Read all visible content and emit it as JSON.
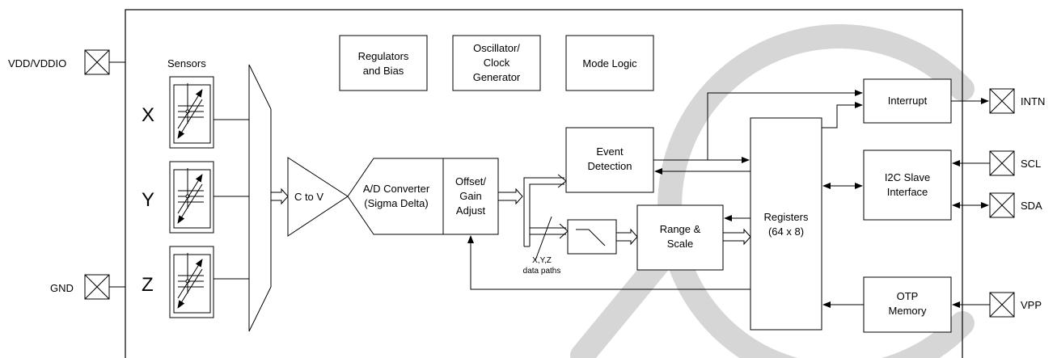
{
  "pins": {
    "vdd": "VDD/VDDIO",
    "gnd": "GND",
    "intn": "INTN",
    "scl": "SCL",
    "sda": "SDA",
    "vpp": "VPP"
  },
  "sensors": {
    "title": "Sensors",
    "x": "X",
    "y": "Y",
    "z": "Z"
  },
  "blocks": {
    "regulators": [
      "Regulators",
      "and Bias"
    ],
    "oscillator": [
      "Oscillator/",
      "Clock",
      "Generator"
    ],
    "mode_logic": [
      "Mode Logic"
    ],
    "c_to_v": [
      "C to V"
    ],
    "adc": [
      "A/D Converter",
      "(Sigma Delta)"
    ],
    "offset": [
      "Offset/",
      "Gain",
      "Adjust"
    ],
    "event": [
      "Event",
      "Detection"
    ],
    "range": [
      "Range &",
      "Scale"
    ],
    "registers": [
      "Registers",
      "(64 x 8)"
    ],
    "interrupt": [
      "Interrupt"
    ],
    "i2c": [
      "I2C Slave",
      "Interface"
    ],
    "otp": [
      "OTP",
      "Memory"
    ]
  },
  "bus_label": [
    "X,Y,Z",
    "data paths"
  ]
}
